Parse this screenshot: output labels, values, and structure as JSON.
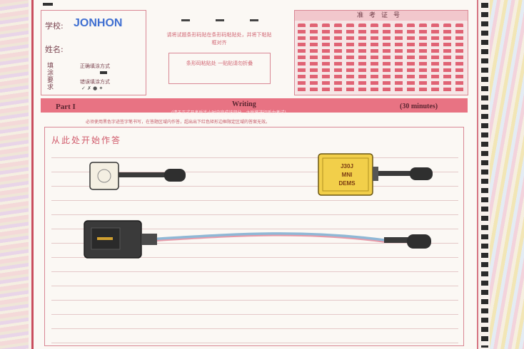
{
  "header": {
    "school_label": "学校:",
    "school_value": "JONHON",
    "name_label": "姓名:",
    "fill_label": "填涂要求",
    "correct_label": "正确填涂方式",
    "wrong_label": "错误填涂方式",
    "mid_instructions": "请将试题条形码贴在条形码粘贴处，并将下粘贴框对齐",
    "mid_box_text": "条形码粘贴处 一贴贴请勿折叠"
  },
  "id_grid": {
    "title": "准考证号"
  },
  "section": {
    "part": "Part I",
    "title": "Writing",
    "time": "(30 minutes)",
    "subtitle": "(请于正式开考后半小时内完成该部分，之后将进行听力考试)",
    "notice": "必须使用黑色字迹签字笔书写，在答题区域内作答，超出出下红色矩形边框限定区域的答案无效。"
  },
  "answer_area": {
    "start_label": "从此处开始作答"
  },
  "drawings": {
    "big_connector_text": "J30J\nMNI\nDEMS"
  },
  "colors": {
    "accent": "#e87383",
    "brand": "#3f6fd1",
    "connector_gold": "#f2cf4a"
  }
}
